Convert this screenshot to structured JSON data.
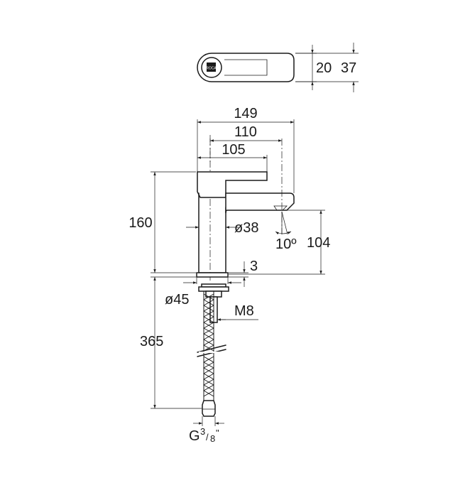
{
  "dimensions": {
    "handle_width_small": "20",
    "handle_width_large": "37",
    "total_depth": "149",
    "spout_reach": "110",
    "lever_length": "105",
    "height_total": "160",
    "body_diameter": "ø38",
    "spout_angle": "10º",
    "spout_height": "104",
    "base_gap": "3",
    "base_diameter": "ø45",
    "thread_rod": "M8",
    "hose_length": "365",
    "connection_g": "G",
    "connection_num": "3",
    "connection_den": "8",
    "connection_inch": "\""
  },
  "logo_text": "ROCA"
}
